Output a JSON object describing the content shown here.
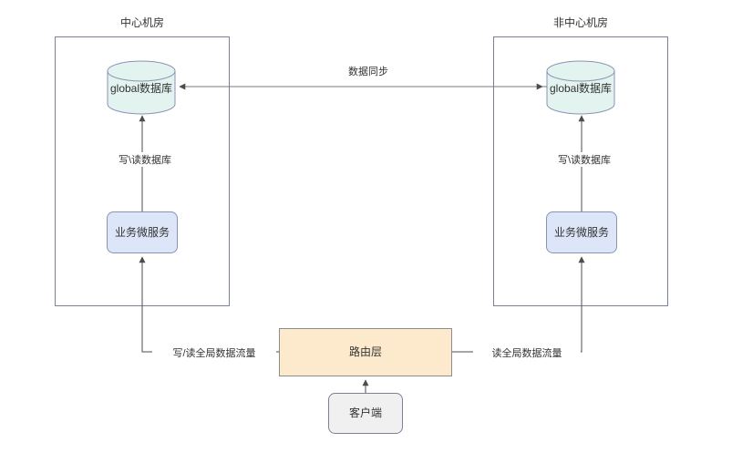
{
  "diagram": {
    "title_left_zone": "中心机房",
    "title_right_zone": "非中心机房",
    "nodes": {
      "left_db": "global数据库",
      "right_db": "global数据库",
      "left_service": "业务微服务",
      "right_service": "业务微服务",
      "router": "路由层",
      "client": "客户端"
    },
    "edge_labels": {
      "data_sync": "数据同步",
      "left_db_rw": "写\\读数据库",
      "right_db_rw": "写\\读数据库",
      "left_traffic": "写/读全局数据流量",
      "right_traffic": "读全局数据流量"
    },
    "colors": {
      "db_fill": "#e3f3ef",
      "db_stroke": "#8894b5",
      "service_fill": "#dce6f8",
      "service_stroke": "#8894b5",
      "router_fill": "#fdeacd",
      "router_stroke": "#8c8c8c",
      "client_fill": "#f0f0f0",
      "client_stroke": "#7a8199",
      "zone_stroke": "#7a8199",
      "edge_stroke": "#7a7a7a",
      "text": "#333333"
    }
  }
}
